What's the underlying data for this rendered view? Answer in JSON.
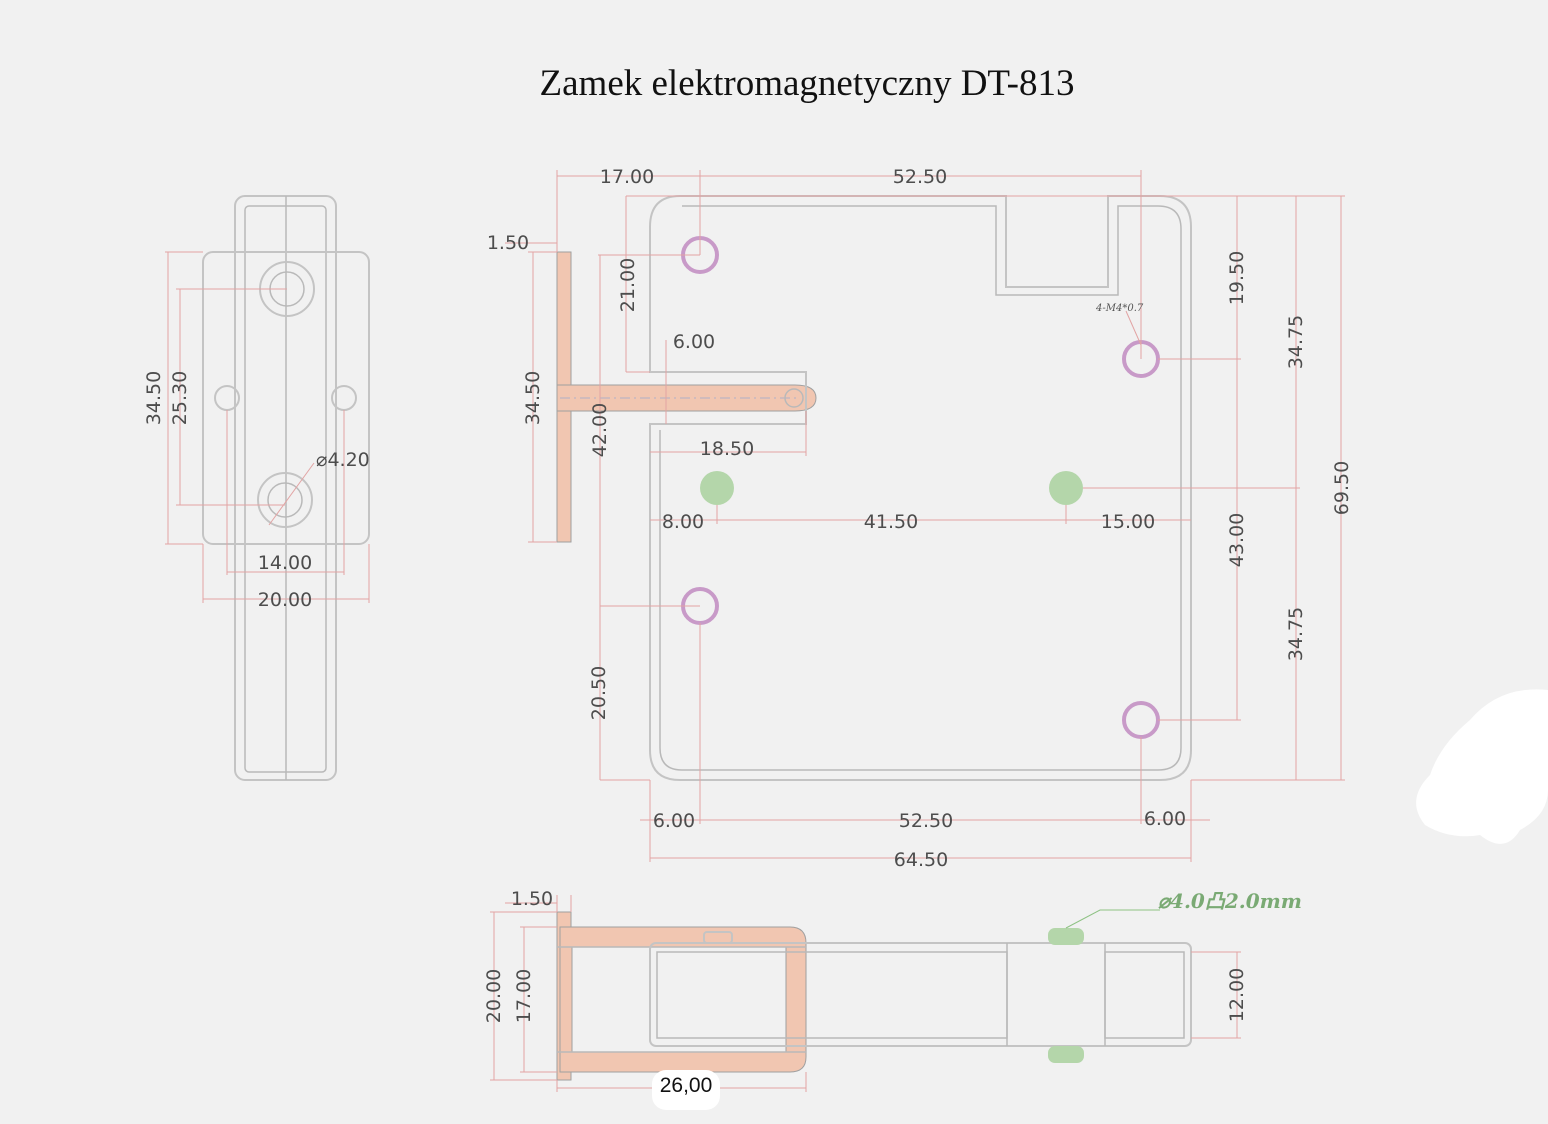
{
  "title": "Zamek elektromagnetyczny DT-813",
  "side_view": {
    "dim_height": "34.50",
    "dim_hole_pitch": "25.30",
    "dim_diameter": "⌀4.20",
    "dim_hole_spacing": "14.00",
    "dim_width": "20.00"
  },
  "front_view": {
    "dim_top_left": "17.00",
    "dim_top_holes": "52.50",
    "dim_flange": "1.50",
    "dim_bolt_top": "21.00",
    "dim_bolt_height": "6.00",
    "dim_flange_height": "34.50",
    "dim_bolt_offset": "42.00",
    "dim_bolt_length": "18.50",
    "thread_callout": "4-M4*0.7",
    "dim_hole_right_top": "19.50",
    "dim_half_height_top": "34.75",
    "dim_total_height": "69.50",
    "dim_peg_left": "8.00",
    "dim_peg_pitch": "41.50",
    "dim_peg_right": "15.00",
    "dim_hole_vertical": "43.00",
    "dim_half_height_bottom": "34.75",
    "dim_hole_left_bottom": "20.50",
    "dim_bottom_left": "6.00",
    "dim_bottom_holes": "52.50",
    "dim_bottom_right": "6.00",
    "dim_total_width": "64.50"
  },
  "bottom_view": {
    "dim_flange": "1.50",
    "peg_callout": "⌀4.0凸2.0mm",
    "dim_outer_height": "20.00",
    "dim_inner_height": "17.00",
    "dim_body_height": "12.00",
    "dim_bolt_travel": "26,00"
  },
  "colors": {
    "outline": "#c4c4c4",
    "dimension": "#e2a4a4",
    "bolt": "#f1c6b1",
    "mount_hole": "#c89ac8",
    "peg": "#b4d6aa"
  }
}
